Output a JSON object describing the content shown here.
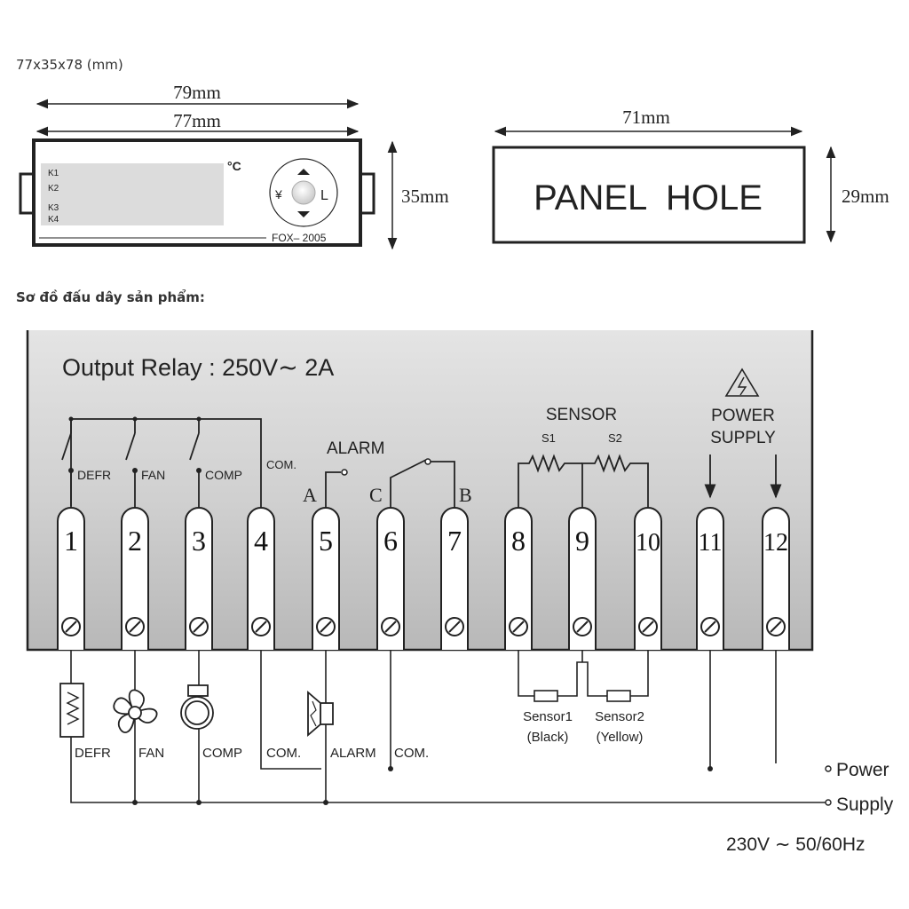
{
  "dimensions_note": "77x35x78 (mm)",
  "heading": "Sơ đồ đấu dây sản phẩm:",
  "front_view": {
    "width_outer": "79mm",
    "width_inner": "77mm",
    "height": "35mm",
    "unit": "°C",
    "relay_labels": [
      "K1",
      "K2",
      "K3",
      "K4"
    ],
    "model": "FOX– 2005",
    "button_left": "¥",
    "button_right": "L"
  },
  "panel_hole": {
    "label": "PANEL  HOLE",
    "width": "71mm",
    "height": "29mm"
  },
  "wiring": {
    "output_relay": "Output Relay : 250V∼ 2A",
    "terminals": [
      "1",
      "2",
      "3",
      "4",
      "5",
      "6",
      "7",
      "8",
      "9",
      "10",
      "11",
      "12"
    ],
    "relay_labels": [
      "DEFR",
      "FAN",
      "COMP"
    ],
    "com_label": "COM.",
    "alarm_label": "ALARM",
    "alarm_a": "A",
    "alarm_c": "C",
    "alarm_b": "B",
    "sensor_label": "SENSOR",
    "sensor_s1": "S1",
    "sensor_s2": "S2",
    "power_supply_1": "POWER",
    "power_supply_2": "SUPPLY",
    "bottom_labels": [
      "DEFR",
      "FAN",
      "COMP",
      "COM.",
      "ALARM",
      "COM."
    ],
    "sensor1_1": "Sensor1",
    "sensor1_2": "(Black)",
    "sensor2_1": "Sensor2",
    "sensor2_2": "(Yellow)",
    "power": "Power",
    "supply": "Supply",
    "voltage": "230V ∼ 50/60Hz"
  }
}
